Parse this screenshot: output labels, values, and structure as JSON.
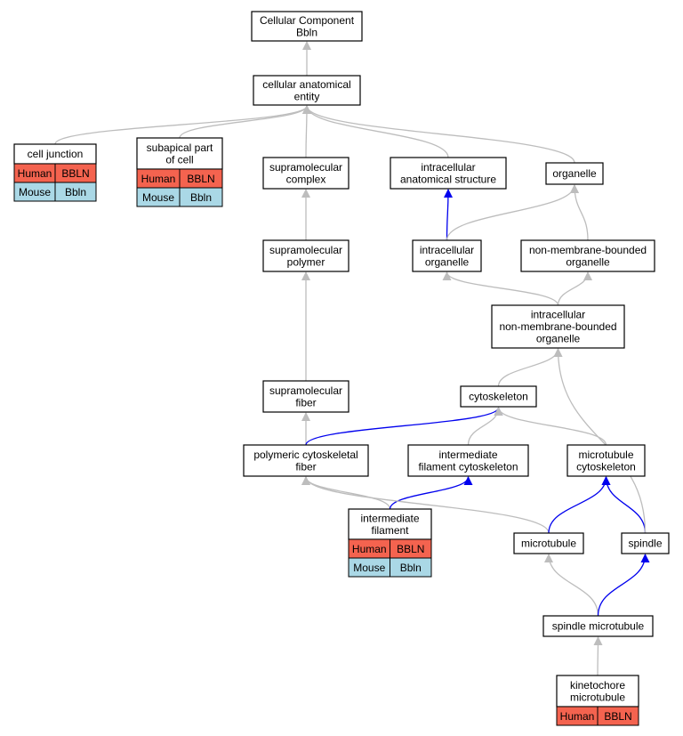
{
  "colors": {
    "human": "#f4634f",
    "mouse": "#aad8e6",
    "edge_default": "#bdbdbd",
    "edge_highlight": "#0000ee"
  },
  "nodes": [
    {
      "id": "cellular-component",
      "lines": [
        "Cellular Component",
        "Bbln"
      ]
    },
    {
      "id": "cellular-anatomical-entity",
      "lines": [
        "cellular anatomical",
        "entity"
      ]
    },
    {
      "id": "cell-junction",
      "lines": [
        "cell junction"
      ],
      "annotations": [
        [
          "Human",
          "BBLN"
        ],
        [
          "Mouse",
          "Bbln"
        ]
      ]
    },
    {
      "id": "subapical-part-of-cell",
      "lines": [
        "subapical part",
        "of cell"
      ],
      "annotations": [
        [
          "Human",
          "BBLN"
        ],
        [
          "Mouse",
          "Bbln"
        ]
      ]
    },
    {
      "id": "supramolecular-complex",
      "lines": [
        "supramolecular",
        "complex"
      ]
    },
    {
      "id": "intracellular-anatomical-structure",
      "lines": [
        "intracellular",
        "anatomical structure"
      ]
    },
    {
      "id": "organelle",
      "lines": [
        "organelle"
      ]
    },
    {
      "id": "supramolecular-polymer",
      "lines": [
        "supramolecular",
        "polymer"
      ]
    },
    {
      "id": "intracellular-organelle",
      "lines": [
        "intracellular",
        "organelle"
      ]
    },
    {
      "id": "non-membrane-bounded-organelle",
      "lines": [
        "non-membrane-bounded",
        "organelle"
      ]
    },
    {
      "id": "intracellular-non-membrane-bounded-organelle",
      "lines": [
        "intracellular",
        "non-membrane-bounded",
        "organelle"
      ]
    },
    {
      "id": "supramolecular-fiber",
      "lines": [
        "supramolecular",
        "fiber"
      ]
    },
    {
      "id": "cytoskeleton",
      "lines": [
        "cytoskeleton"
      ]
    },
    {
      "id": "polymeric-cytoskeletal-fiber",
      "lines": [
        "polymeric cytoskeletal",
        "fiber"
      ]
    },
    {
      "id": "intermediate-filament-cytoskeleton",
      "lines": [
        "intermediate",
        "filament cytoskeleton"
      ]
    },
    {
      "id": "microtubule-cytoskeleton",
      "lines": [
        "microtubule",
        "cytoskeleton"
      ]
    },
    {
      "id": "intermediate-filament",
      "lines": [
        "intermediate",
        "filament"
      ],
      "annotations": [
        [
          "Human",
          "BBLN"
        ],
        [
          "Mouse",
          "Bbln"
        ]
      ]
    },
    {
      "id": "microtubule",
      "lines": [
        "microtubule"
      ]
    },
    {
      "id": "spindle",
      "lines": [
        "spindle"
      ]
    },
    {
      "id": "spindle-microtubule",
      "lines": [
        "spindle microtubule"
      ]
    },
    {
      "id": "kinetochore-microtubule",
      "lines": [
        "kinetochore",
        "microtubule"
      ],
      "annotations": [
        [
          "Human",
          "BBLN"
        ]
      ]
    }
  ],
  "edges": [
    {
      "from": "cellular-anatomical-entity",
      "to": "cellular-component",
      "highlight": false
    },
    {
      "from": "cell-junction",
      "to": "cellular-anatomical-entity",
      "highlight": false
    },
    {
      "from": "subapical-part-of-cell",
      "to": "cellular-anatomical-entity",
      "highlight": false
    },
    {
      "from": "supramolecular-complex",
      "to": "cellular-anatomical-entity",
      "highlight": false
    },
    {
      "from": "intracellular-anatomical-structure",
      "to": "cellular-anatomical-entity",
      "highlight": false
    },
    {
      "from": "organelle",
      "to": "cellular-anatomical-entity",
      "highlight": false
    },
    {
      "from": "supramolecular-polymer",
      "to": "supramolecular-complex",
      "highlight": false
    },
    {
      "from": "intracellular-organelle",
      "to": "intracellular-anatomical-structure",
      "highlight": true
    },
    {
      "from": "intracellular-organelle",
      "to": "organelle",
      "highlight": false
    },
    {
      "from": "non-membrane-bounded-organelle",
      "to": "organelle",
      "highlight": false
    },
    {
      "from": "intracellular-non-membrane-bounded-organelle",
      "to": "intracellular-organelle",
      "highlight": false
    },
    {
      "from": "intracellular-non-membrane-bounded-organelle",
      "to": "non-membrane-bounded-organelle",
      "highlight": false
    },
    {
      "from": "supramolecular-fiber",
      "to": "supramolecular-polymer",
      "highlight": false
    },
    {
      "from": "cytoskeleton",
      "to": "intracellular-non-membrane-bounded-organelle",
      "highlight": false
    },
    {
      "from": "polymeric-cytoskeletal-fiber",
      "to": "supramolecular-fiber",
      "highlight": false
    },
    {
      "from": "polymeric-cytoskeletal-fiber",
      "to": "cytoskeleton",
      "highlight": true
    },
    {
      "from": "intermediate-filament-cytoskeleton",
      "to": "cytoskeleton",
      "highlight": false
    },
    {
      "from": "microtubule-cytoskeleton",
      "to": "cytoskeleton",
      "highlight": false
    },
    {
      "from": "intermediate-filament",
      "to": "polymeric-cytoskeletal-fiber",
      "highlight": false
    },
    {
      "from": "intermediate-filament",
      "to": "intermediate-filament-cytoskeleton",
      "highlight": true
    },
    {
      "from": "microtubule",
      "to": "polymeric-cytoskeletal-fiber",
      "highlight": false
    },
    {
      "from": "microtubule",
      "to": "microtubule-cytoskeleton",
      "highlight": true
    },
    {
      "from": "spindle",
      "to": "microtubule-cytoskeleton",
      "highlight": true
    },
    {
      "from": "spindle",
      "to": "intracellular-non-membrane-bounded-organelle",
      "highlight": false
    },
    {
      "from": "spindle-microtubule",
      "to": "microtubule",
      "highlight": false
    },
    {
      "from": "spindle-microtubule",
      "to": "spindle",
      "highlight": true
    },
    {
      "from": "kinetochore-microtubule",
      "to": "spindle-microtubule",
      "highlight": false
    }
  ]
}
